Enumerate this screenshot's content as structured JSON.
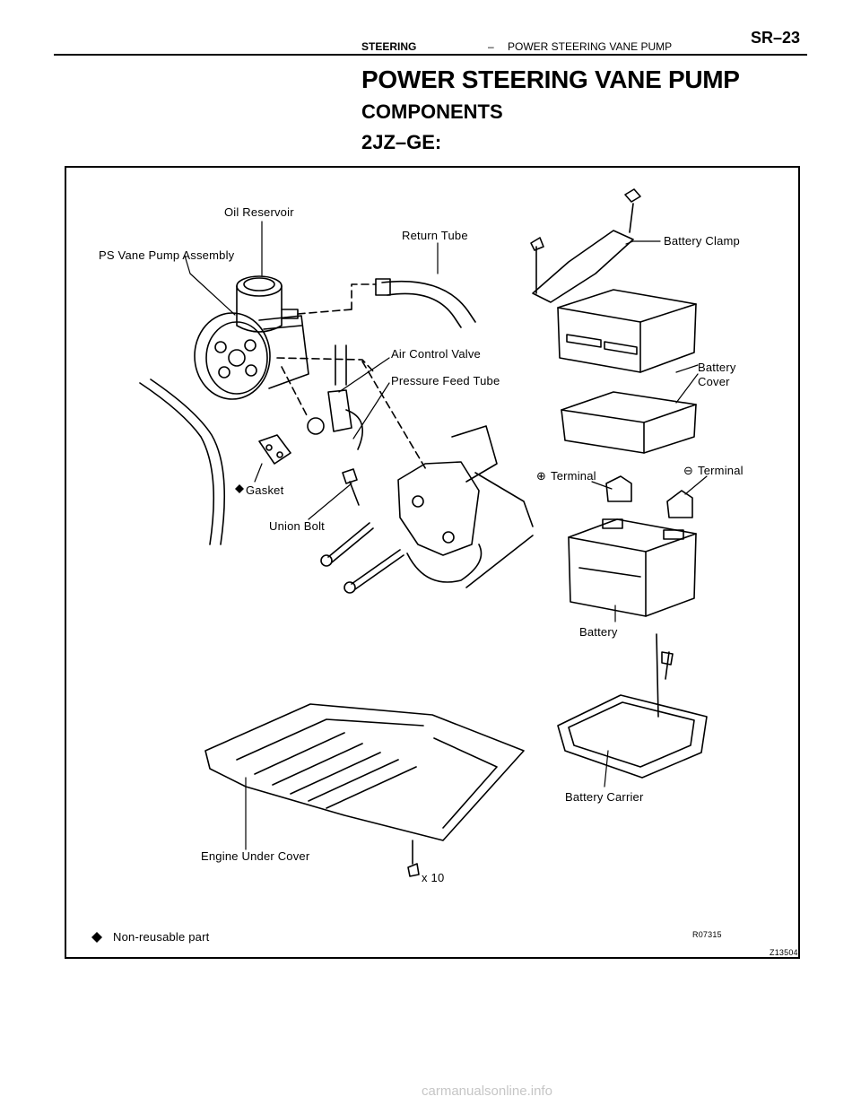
{
  "header": {
    "section": "STEERING",
    "separator": "–",
    "topic": "POWER STEERING VANE PUMP",
    "page_number": "SR–23"
  },
  "title": {
    "main": "POWER STEERING VANE PUMP",
    "sub1": "COMPONENTS",
    "sub2": "2JZ–GE:"
  },
  "figure": {
    "labels": {
      "oil_reservoir": "Oil Reservoir",
      "ps_vane_pump_assembly": "PS Vane Pump Assembly",
      "return_tube": "Return Tube",
      "battery_clamp": "Battery Clamp",
      "air_control_valve": "Air Control Valve",
      "pressure_feed_tube": "Pressure Feed Tube",
      "battery_cover_line1": "Battery",
      "battery_cover_line2": "Cover",
      "gasket": "Gasket",
      "union_bolt": "Union Bolt",
      "plus_terminal": "Terminal",
      "minus_terminal": "Terminal",
      "battery": "Battery",
      "battery_carrier": "Battery Carrier",
      "engine_under_cover": "Engine Under Cover",
      "bolt_count": "x 10"
    },
    "legend": "Non-reusable part",
    "ref_code": "R07315",
    "fig_code": "Z13504"
  },
  "watermark": "carmanualsonline.info"
}
